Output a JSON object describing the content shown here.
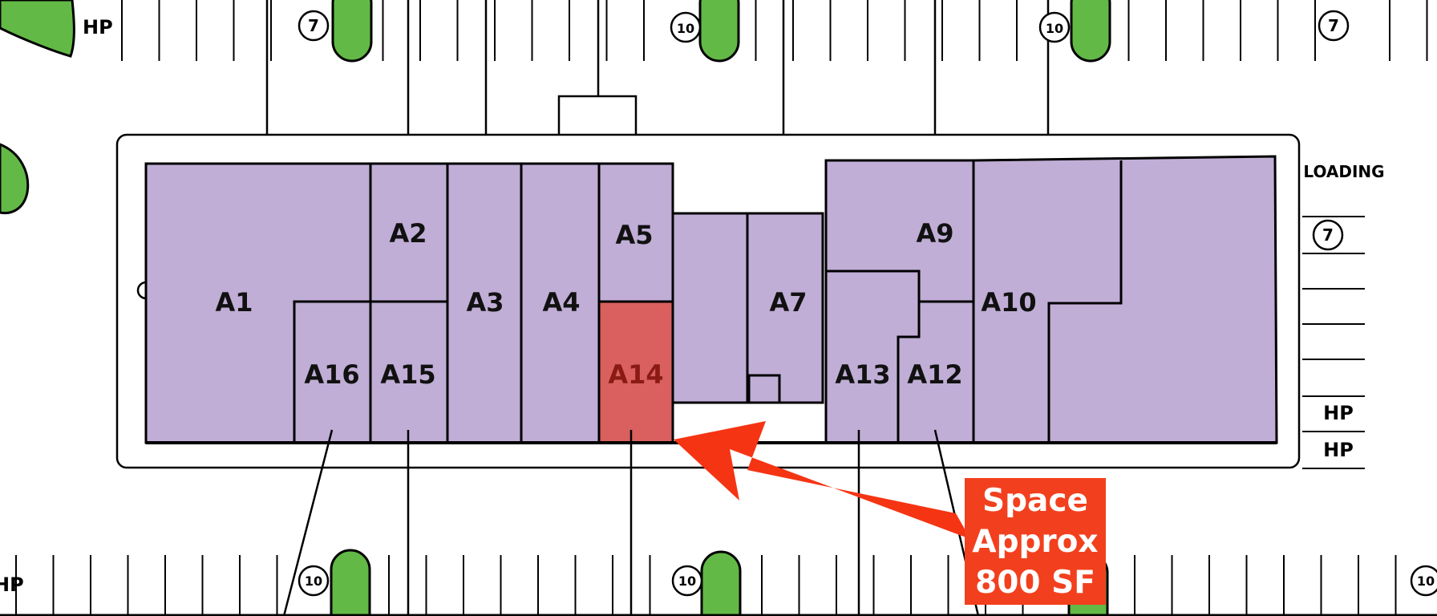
{
  "site_plan": {
    "units": [
      "A1",
      "A2",
      "A3",
      "A4",
      "A5",
      "A7",
      "A9",
      "A10",
      "A12",
      "A13",
      "A14",
      "A15",
      "A16"
    ],
    "highlighted_unit": "A14",
    "labels": {
      "loading": "LOADING",
      "handicap": "HP"
    },
    "parking_counts": {
      "top": [
        "7",
        "10",
        "10",
        "7"
      ],
      "bottom": [
        "10",
        "10",
        "10"
      ],
      "right": "7"
    },
    "callout": {
      "line1": "Space",
      "line2": "Approx",
      "line3": "800 SF"
    },
    "colors": {
      "unit_fill": "#c0aed6",
      "highlight_fill": "#d9605e",
      "highlight_text": "#8a1a14",
      "landscape_green": "#62b946",
      "callout_bg": "#f2401e",
      "arrow": "#f53414"
    }
  }
}
